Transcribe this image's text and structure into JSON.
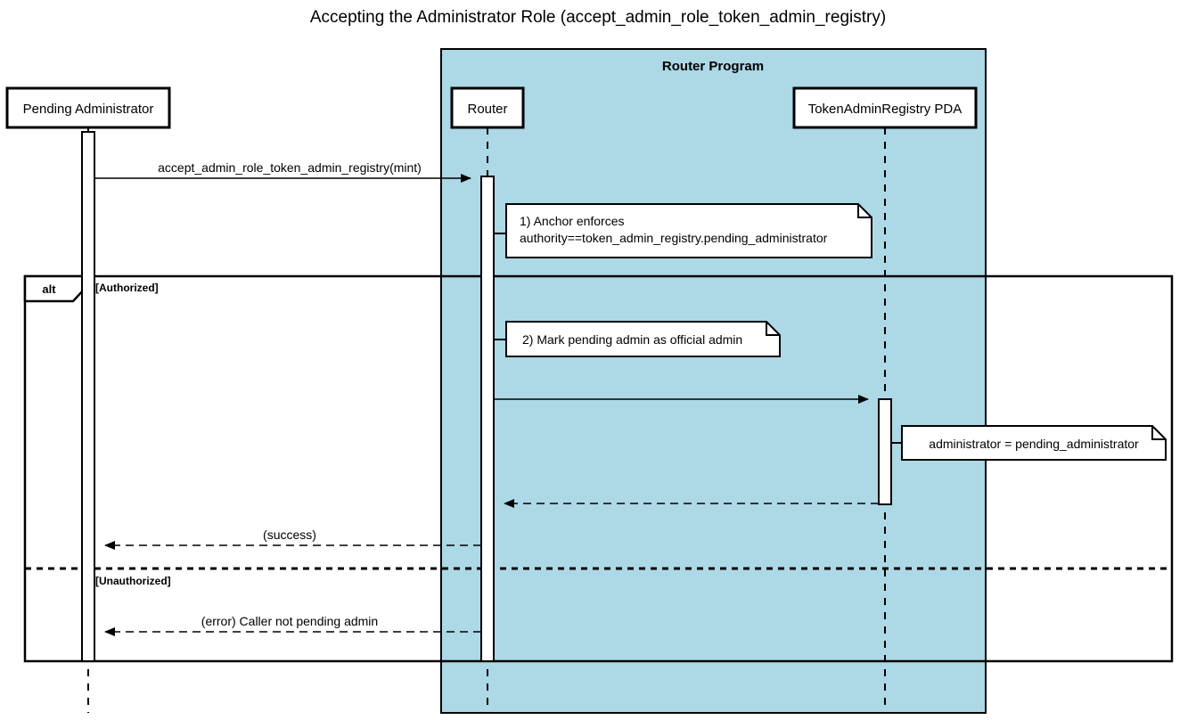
{
  "title": "Accepting the Administrator Role (accept_admin_role_token_admin_registry)",
  "colors": {
    "group_background": "#ADD8E6",
    "stroke": "#000000",
    "box_fill": "#FFFFFF",
    "page_background": "#FFFFFF"
  },
  "group": {
    "label": "Router Program",
    "members": [
      "Router",
      "TokenAdminRegistry PDA"
    ]
  },
  "participants": [
    {
      "id": "pending-administrator",
      "label": "Pending Administrator",
      "in_group": false
    },
    {
      "id": "router",
      "label": "Router",
      "in_group": true
    },
    {
      "id": "token-admin-registry-pda",
      "label": "TokenAdminRegistry PDA",
      "in_group": true
    }
  ],
  "messages": [
    {
      "id": "msg-accept-admin-role",
      "label": "accept_admin_role_token_admin_registry(mint)",
      "from": "pending-administrator",
      "to": "router",
      "style": "solid",
      "arrow": "filled"
    },
    {
      "id": "msg-update-registry",
      "label": "",
      "from": "router",
      "to": "token-admin-registry-pda",
      "style": "solid",
      "arrow": "filled"
    },
    {
      "id": "msg-registry-return",
      "label": "",
      "from": "token-admin-registry-pda",
      "to": "router",
      "style": "dashed",
      "arrow": "filled"
    },
    {
      "id": "msg-success",
      "label": "(success)",
      "from": "router",
      "to": "pending-administrator",
      "style": "dashed",
      "arrow": "filled"
    },
    {
      "id": "msg-error",
      "label": "(error) Caller not pending admin",
      "from": "router",
      "to": "pending-administrator",
      "style": "dashed",
      "arrow": "filled"
    }
  ],
  "notes": [
    {
      "id": "note-anchor-enforces",
      "attached_to": "router",
      "lines": [
        "1) Anchor enforces",
        "authority==token_admin_registry.pending_administrator"
      ]
    },
    {
      "id": "note-mark-pending-admin",
      "attached_to": "router",
      "lines": [
        "2) Mark pending admin as official admin"
      ]
    },
    {
      "id": "note-administrator-assignment",
      "attached_to": "token-admin-registry-pda",
      "lines": [
        "administrator = pending_administrator"
      ]
    }
  ],
  "fragment": {
    "operator": "alt",
    "branches": [
      {
        "id": "branch-authorized",
        "guard": "[Authorized]"
      },
      {
        "id": "branch-unauthorized",
        "guard": "[Unauthorized]"
      }
    ]
  }
}
